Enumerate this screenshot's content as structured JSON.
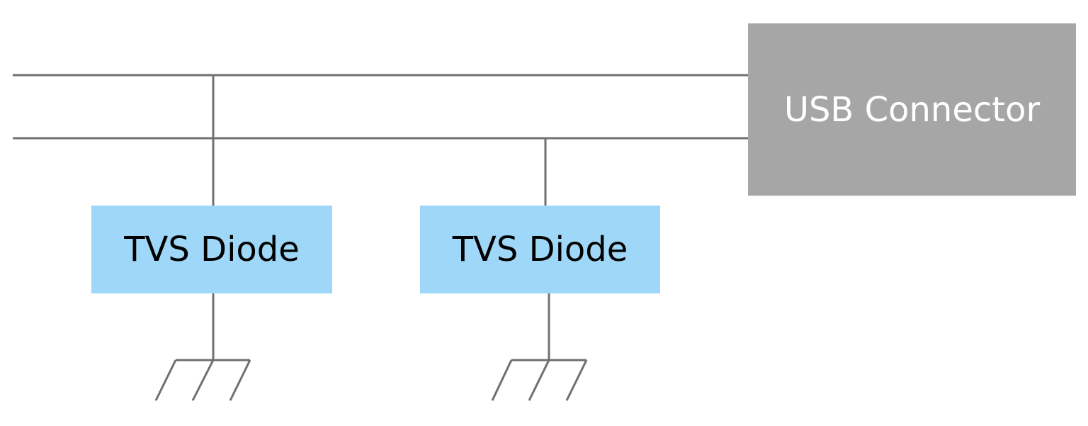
{
  "diagram": {
    "components": [
      {
        "label": "TVS Diode"
      },
      {
        "label": "TVS Diode"
      }
    ],
    "connector": {
      "label": "USB Connector"
    },
    "colors": {
      "wire": "#707070",
      "tvs_fill": "#9fd7f8",
      "connector_fill": "#a6a6a6"
    }
  }
}
